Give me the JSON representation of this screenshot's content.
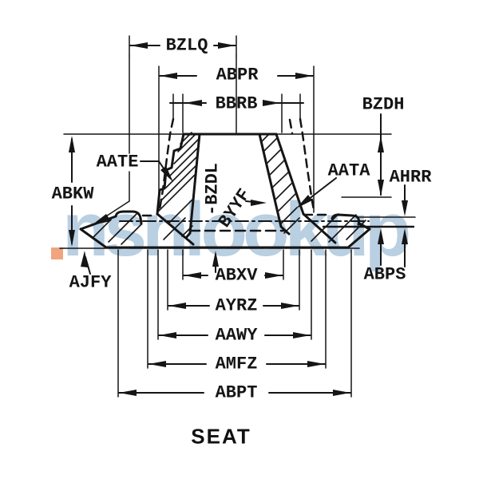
{
  "diagram": {
    "part_name": "SEAT",
    "dimension_labels": {
      "bzlq": "BZLQ",
      "abpr": "ABPR",
      "bbrb": "BBRB",
      "bzdh": "BZDH",
      "aate": "AATE",
      "aata": "AATA",
      "ahrr": "AHRR",
      "abkw": "ABKW",
      "bzdl": "-BZDL",
      "byyf": "BYYF",
      "ajfy": "AJFY",
      "abxv": "ABXV",
      "abps": "ABPS",
      "ayrz": "AYRZ",
      "aawy": "AAWY",
      "amfz": "AMFZ",
      "abpt": "ABPT"
    },
    "colors": {
      "line": "#151515",
      "background": "#ffffff",
      "watermark_text": "#b9cfe2",
      "watermark_square": "#f0a47f"
    }
  },
  "watermark": {
    "text": "nsnlookup"
  }
}
